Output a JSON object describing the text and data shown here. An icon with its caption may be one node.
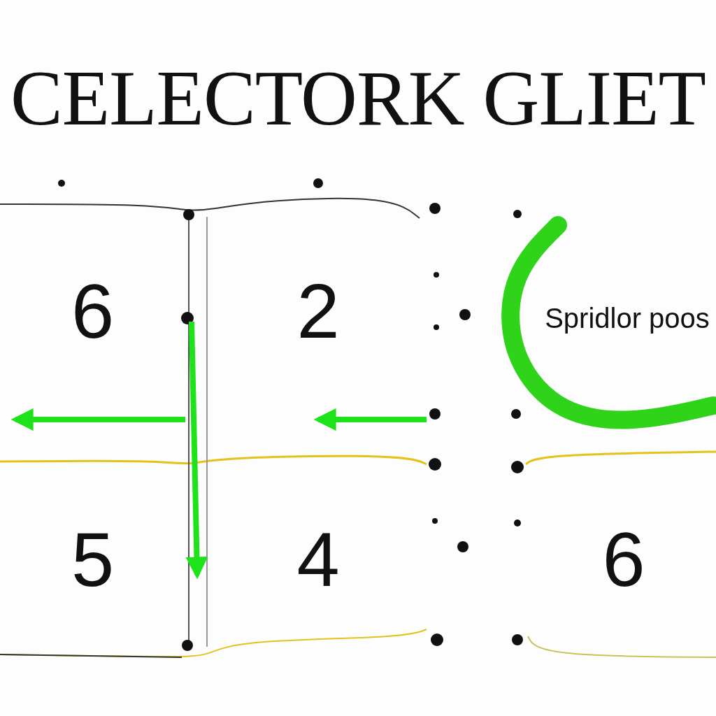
{
  "diagram": {
    "title": "CELECTORK GLIET",
    "nodes": [
      {
        "text": [
          "6"
        ]
      },
      {
        "text": [
          "2"
        ]
      },
      {
        "text": [
          "Spridlor poos"
        ]
      },
      {
        "text": [
          "5"
        ]
      },
      {
        "text": [
          "4"
        ]
      },
      {
        "text": [
          "6"
        ]
      }
    ]
  }
}
